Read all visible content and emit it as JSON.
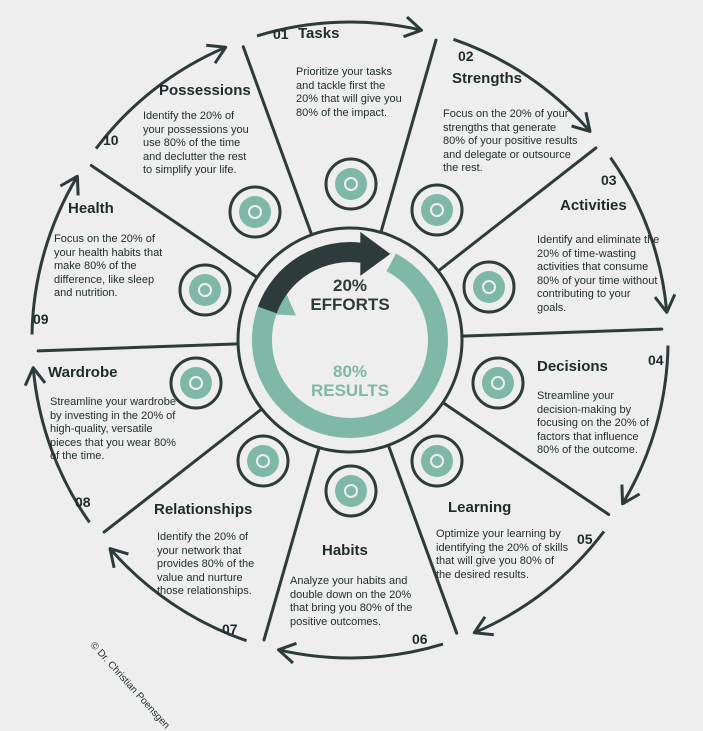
{
  "center": {
    "efforts_pct": "20%",
    "efforts_label": "EFFORTS",
    "results_pct": "80%",
    "results_label": "RESULTS"
  },
  "colors": {
    "dark": "#2d3c3b",
    "teal": "#7fb8a7",
    "bg": "#eeeeee",
    "icon_bg": "#7fb8a7"
  },
  "segments": [
    {
      "number": "01",
      "title": "Tasks",
      "text": "Prioritize your tasks and tackle first the 20% that will give you 80% of the impact.",
      "icon": "clipboard-icon"
    },
    {
      "number": "02",
      "title": "Strengths",
      "text": "Focus on the 20% of your strengths that generate 80% of your positive results and delegate or outsource the rest.",
      "icon": "flexed-arm-icon"
    },
    {
      "number": "03",
      "title": "Activities",
      "text": "Identify and eliminate the 20% of time-wasting activities that consume 80% of your time without contributing to your goals.",
      "icon": "stopwatch-icon"
    },
    {
      "number": "04",
      "title": "Decisions",
      "text": "Streamline your decision-making by focusing on the 20% of factors that influence 80% of the outcome.",
      "icon": "brain-icon"
    },
    {
      "number": "05",
      "title": "Learning",
      "text": "Optimize your learning by identifying the 20% of skills that will give you 80% of the desired results.",
      "icon": "checkmark-icon"
    },
    {
      "number": "06",
      "title": "Habits",
      "text": "Analyze your habits and double down on the 20% that bring you 80% of the positive outcomes.",
      "icon": "thumbs-up-icon"
    },
    {
      "number": "07",
      "title": "Relationships",
      "text": "Identify the 20% of your network that provides 80% of the value and nurture those relationships.",
      "icon": "handshake-icon"
    },
    {
      "number": "08",
      "title": "Wardrobe",
      "text": "Streamline your wardrobe by investing in the 20% of high-quality, versatile pieces that you wear 80% of the time.",
      "icon": "shirt-icon"
    },
    {
      "number": "09",
      "title": "Health",
      "text": "Focus on the 20% of your health habits that make 80% of the difference, like sleep and nutrition.",
      "icon": "healthy-food-icon"
    },
    {
      "number": "10",
      "title": "Possessions",
      "text": "Identify the 20% of your possessions you use 80% of the time and declutter the rest to simplify your life.",
      "icon": "lamp-icon"
    }
  ],
  "copyright": "© Dr. Christian Poensgen"
}
